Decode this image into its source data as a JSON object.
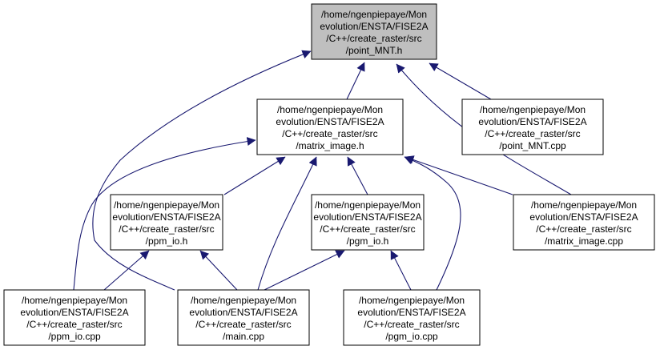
{
  "colors": {
    "edge": "#191970",
    "highlight_fill": "#bfbfbf",
    "node_fill": "#ffffff",
    "border": "#000000"
  },
  "nodes": [
    {
      "id": "point_MNT_h",
      "highlight": true,
      "lines": [
        "/home/ngenpiepaye/Mon",
        "evolution/ENSTA/FISE2A",
        "/C++/create_raster/src",
        "/point_MNT.h"
      ]
    },
    {
      "id": "matrix_image_h",
      "lines": [
        "/home/ngenpiepaye/Mon",
        "evolution/ENSTA/FISE2A",
        "/C++/create_raster/src",
        "/matrix_image.h"
      ]
    },
    {
      "id": "point_MNT_cpp",
      "lines": [
        "/home/ngenpiepaye/Mon",
        "evolution/ENSTA/FISE2A",
        "/C++/create_raster/src",
        "/point_MNT.cpp"
      ]
    },
    {
      "id": "ppm_io_h",
      "lines": [
        "/home/ngenpiepaye/Mon",
        "evolution/ENSTA/FISE2A",
        "/C++/create_raster/src",
        "/ppm_io.h"
      ]
    },
    {
      "id": "pgm_io_h",
      "lines": [
        "/home/ngenpiepaye/Mon",
        "evolution/ENSTA/FISE2A",
        "/C++/create_raster/src",
        "/pgm_io.h"
      ]
    },
    {
      "id": "matrix_image_cpp",
      "lines": [
        "/home/ngenpiepaye/Mon",
        "evolution/ENSTA/FISE2A",
        "/C++/create_raster/src",
        "/matrix_image.cpp"
      ]
    },
    {
      "id": "ppm_io_cpp",
      "lines": [
        "/home/ngenpiepaye/Mon",
        "evolution/ENSTA/FISE2A",
        "/C++/create_raster/src",
        "/ppm_io.cpp"
      ]
    },
    {
      "id": "main_cpp",
      "lines": [
        "/home/ngenpiepaye/Mon",
        "evolution/ENSTA/FISE2A",
        "/C++/create_raster/src",
        "/main.cpp"
      ]
    },
    {
      "id": "pgm_io_cpp",
      "lines": [
        "/home/ngenpiepaye/Mon",
        "evolution/ENSTA/FISE2A",
        "/C++/create_raster/src",
        "/pgm_io.cpp"
      ]
    }
  ],
  "edges": [
    {
      "from": "matrix_image_h",
      "to": "point_MNT_h"
    },
    {
      "from": "point_MNT_cpp",
      "to": "point_MNT_h"
    },
    {
      "from": "matrix_image_cpp",
      "to": "point_MNT_h"
    },
    {
      "from": "main_cpp",
      "to": "point_MNT_h"
    },
    {
      "from": "ppm_io_h",
      "to": "matrix_image_h"
    },
    {
      "from": "pgm_io_h",
      "to": "matrix_image_h"
    },
    {
      "from": "ppm_io_cpp",
      "to": "matrix_image_h"
    },
    {
      "from": "main_cpp",
      "to": "matrix_image_h"
    },
    {
      "from": "matrix_image_cpp",
      "to": "matrix_image_h"
    },
    {
      "from": "pgm_io_cpp",
      "to": "matrix_image_h"
    },
    {
      "from": "ppm_io_cpp",
      "to": "ppm_io_h"
    },
    {
      "from": "main_cpp",
      "to": "ppm_io_h"
    },
    {
      "from": "main_cpp",
      "to": "pgm_io_h"
    },
    {
      "from": "pgm_io_cpp",
      "to": "pgm_io_h"
    }
  ]
}
